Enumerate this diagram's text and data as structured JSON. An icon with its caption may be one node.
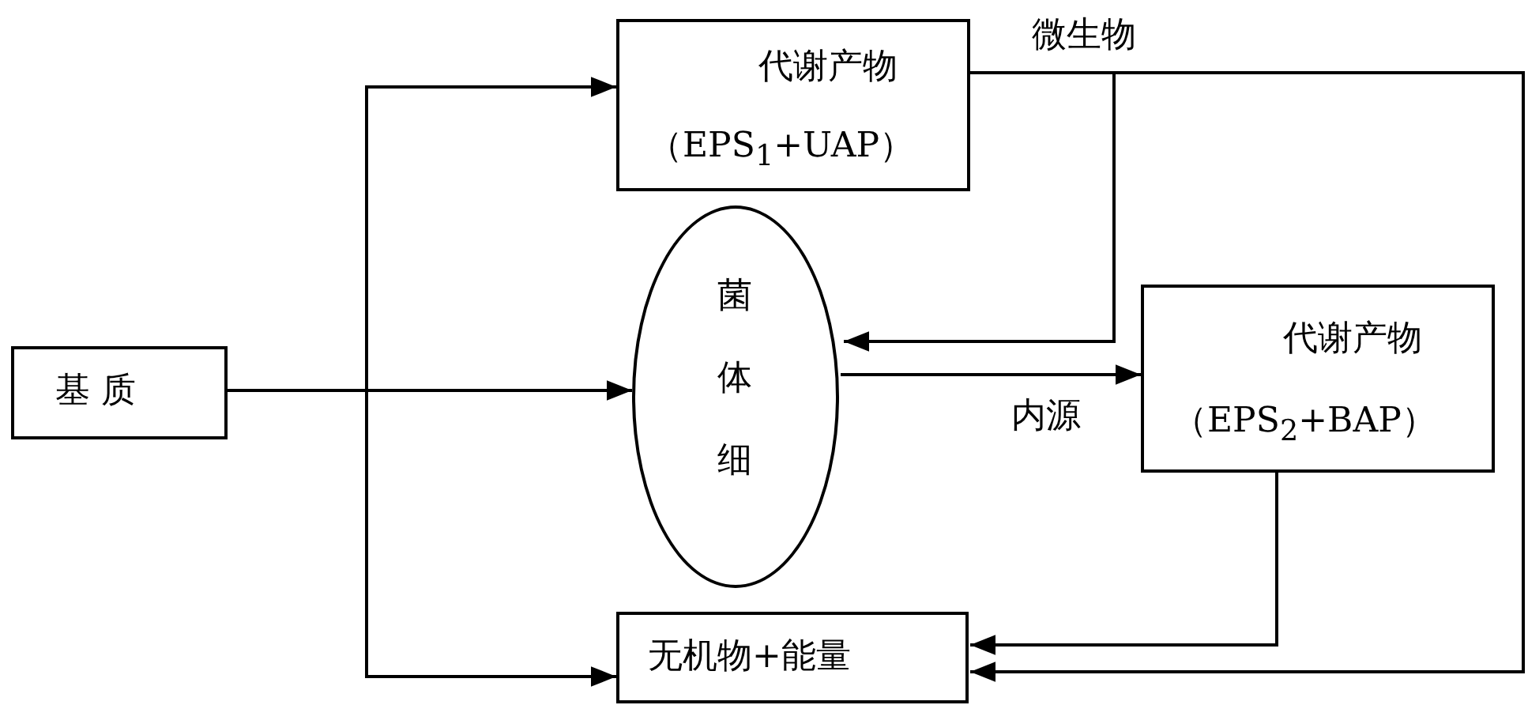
{
  "diagram": {
    "nodes": [
      {
        "text": [
          "基 质"
        ]
      },
      {
        "text": [
          "代谢产物",
          "（EPS$_{1}$+UAP）"
        ]
      },
      {
        "text": [
          "菌体细"
        ]
      },
      {
        "text": [
          "代谢产物",
          "（EPS$_{2}$+BAP）"
        ]
      },
      {
        "text": [
          "无机物+能量"
        ]
      }
    ],
    "edges": [
      {
        "from": 0,
        "to": 1,
        "arrow": "to"
      },
      {
        "from": 0,
        "to": 2,
        "arrow": "to"
      },
      {
        "from": 0,
        "to": 4,
        "arrow": "to"
      },
      {
        "from": 1,
        "to": 2,
        "arrow": "to"
      },
      {
        "from": 1,
        "to": 4,
        "arrow": "to"
      },
      {
        "from": 2,
        "to": 3,
        "arrow": "to",
        "label": "内源"
      },
      {
        "from": 3,
        "to": 4,
        "arrow": "to"
      }
    ],
    "labels": [
      "微生物"
    ]
  }
}
